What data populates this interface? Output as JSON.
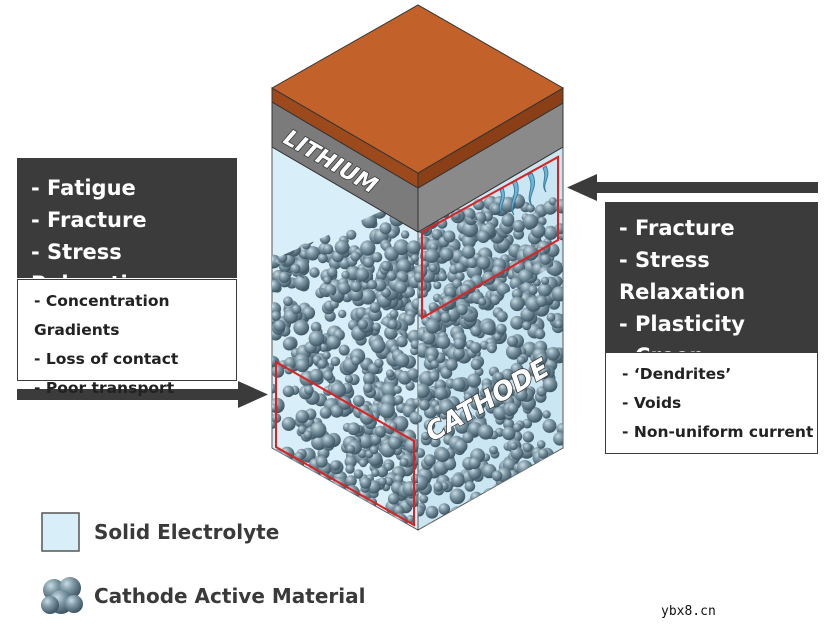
{
  "colors": {
    "electrolyte": "#d8eef8",
    "lithium": "#7b7b7b",
    "copper": "#c2622a",
    "particle": "#6f8b99",
    "highlight": "#e02020",
    "panel": "#3b3b3b"
  },
  "battery": {
    "lithium_label": "LITHIUM",
    "cathode_label": "CATHODE"
  },
  "left_panel": {
    "mechanical": [
      "Fatigue",
      "Fracture",
      "Stress Relaxation"
    ],
    "effects": [
      "Concentration Gradients",
      "Loss of contact",
      "Poor transport"
    ]
  },
  "right_panel": {
    "mechanical": [
      "Fracture",
      "Stress Relaxation",
      "Plasticity",
      "Creep"
    ],
    "effects": [
      "‘Dendrites’",
      "Voids",
      "Non-uniform current"
    ]
  },
  "legend": {
    "electrolyte_label": "Solid Electrolyte",
    "cathode_material_label": "Cathode Active Material"
  },
  "watermark": "ybx8.cn"
}
